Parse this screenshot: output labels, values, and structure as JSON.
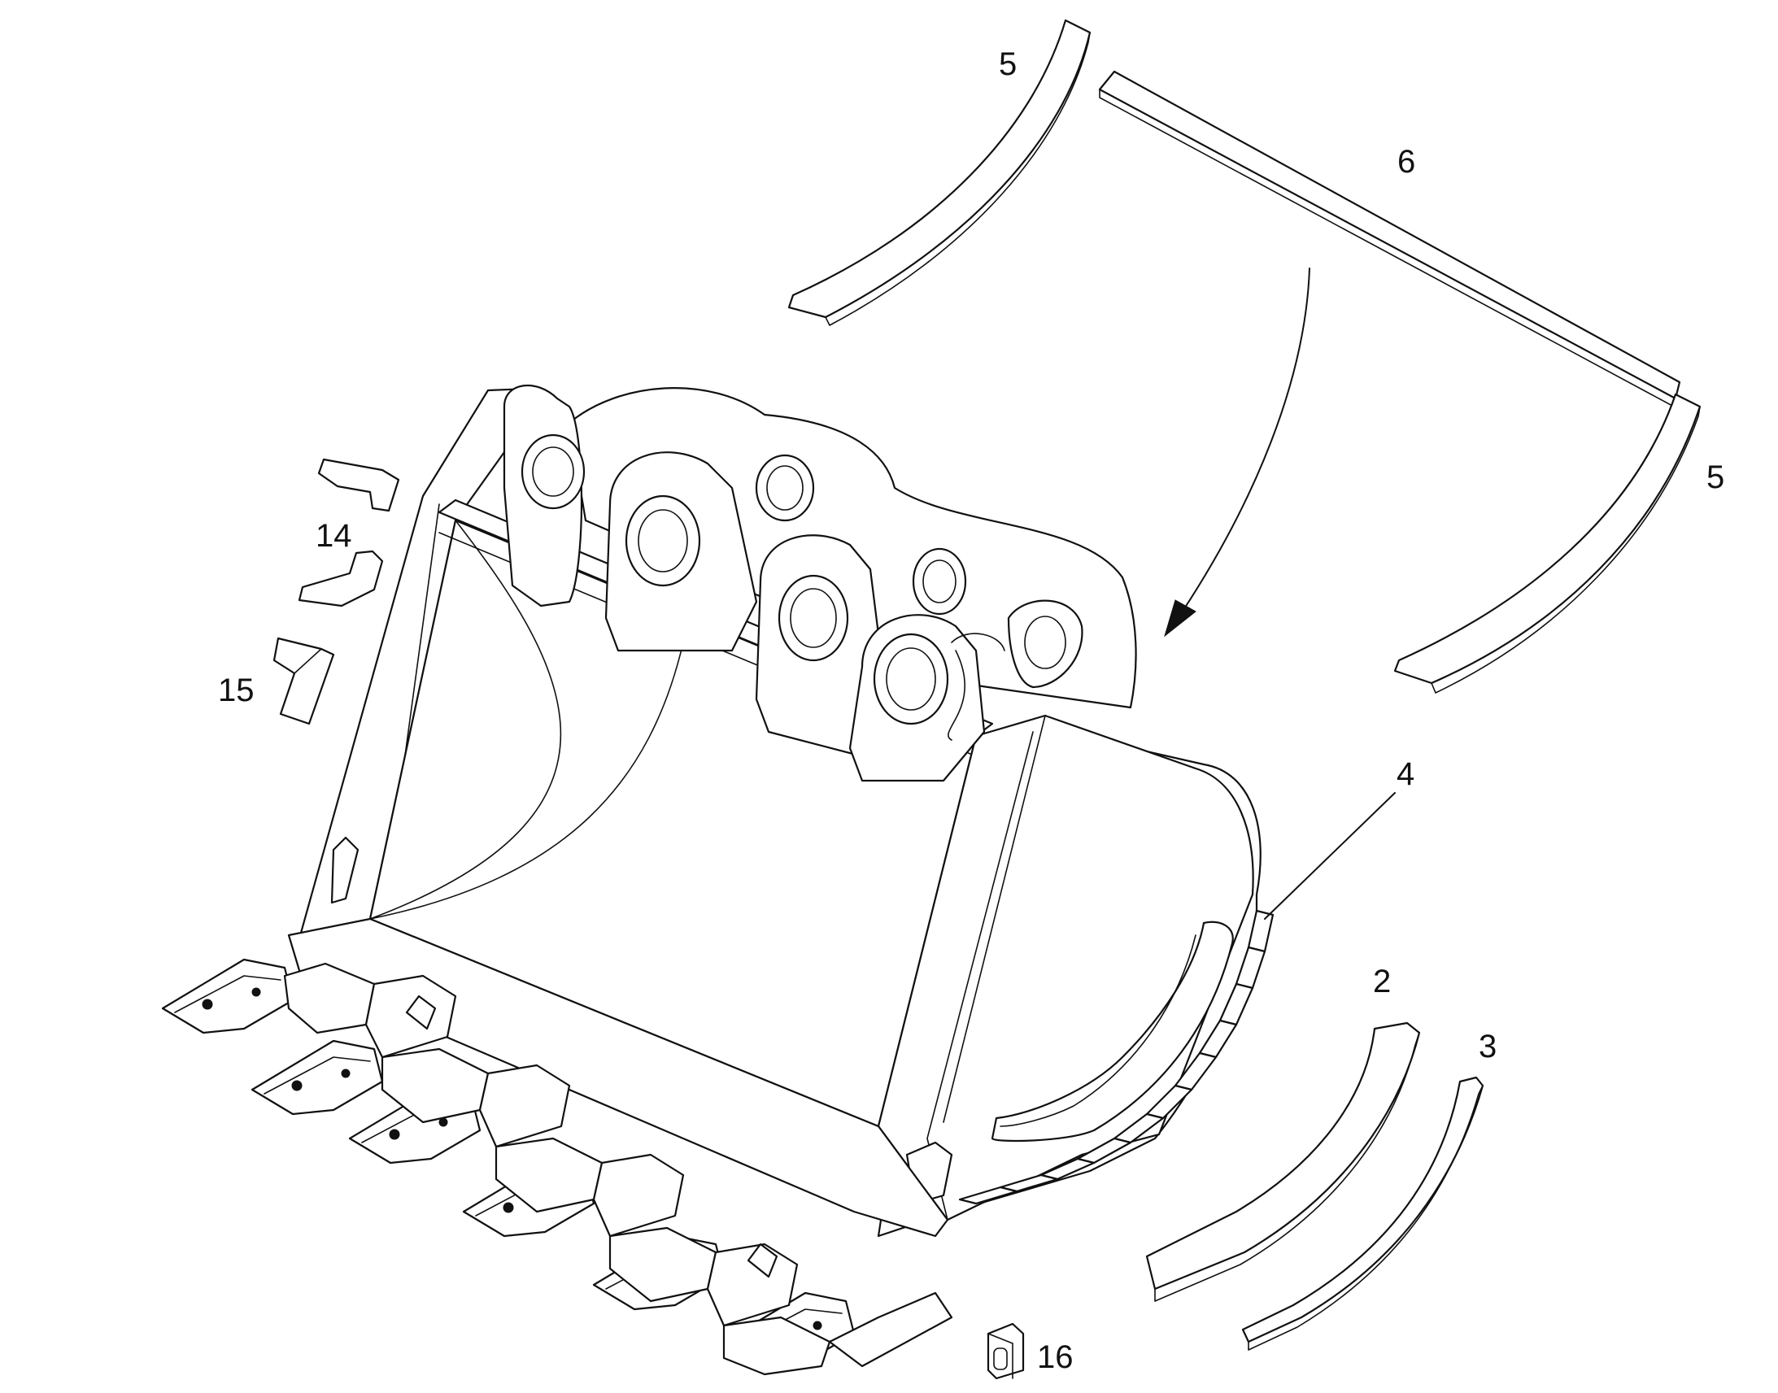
{
  "diagram": {
    "callouts": {
      "c2": "2",
      "c3": "3",
      "c4": "4",
      "c5a": "5",
      "c5b": "5",
      "c6": "6",
      "c14": "14",
      "c15": "15",
      "c16": "16"
    },
    "colors": {
      "line": "#111111",
      "background": "#ffffff"
    }
  }
}
